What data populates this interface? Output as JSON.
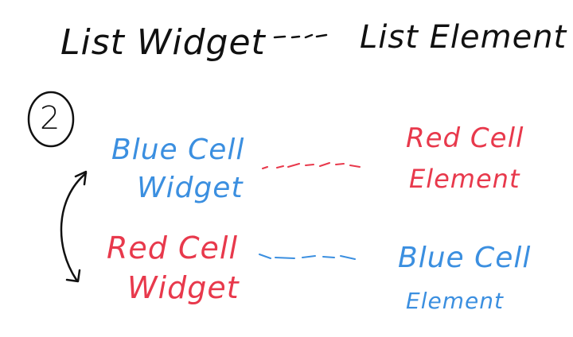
{
  "header": {
    "left": "List Widget",
    "right": "List Element"
  },
  "step_number": "2",
  "rows": [
    {
      "widget": {
        "line1": "Blue Cell",
        "line2": "Widget"
      },
      "element": {
        "line1": "Red Cell",
        "line2": "Element"
      }
    },
    {
      "widget": {
        "line1": "Red Cell",
        "line2": "Widget"
      },
      "element": {
        "line1": "Blue Cell",
        "line2": "Element"
      }
    }
  ],
  "colors": {
    "ink": "#111111",
    "blue": "#3b8fe0",
    "red": "#e8394c"
  }
}
